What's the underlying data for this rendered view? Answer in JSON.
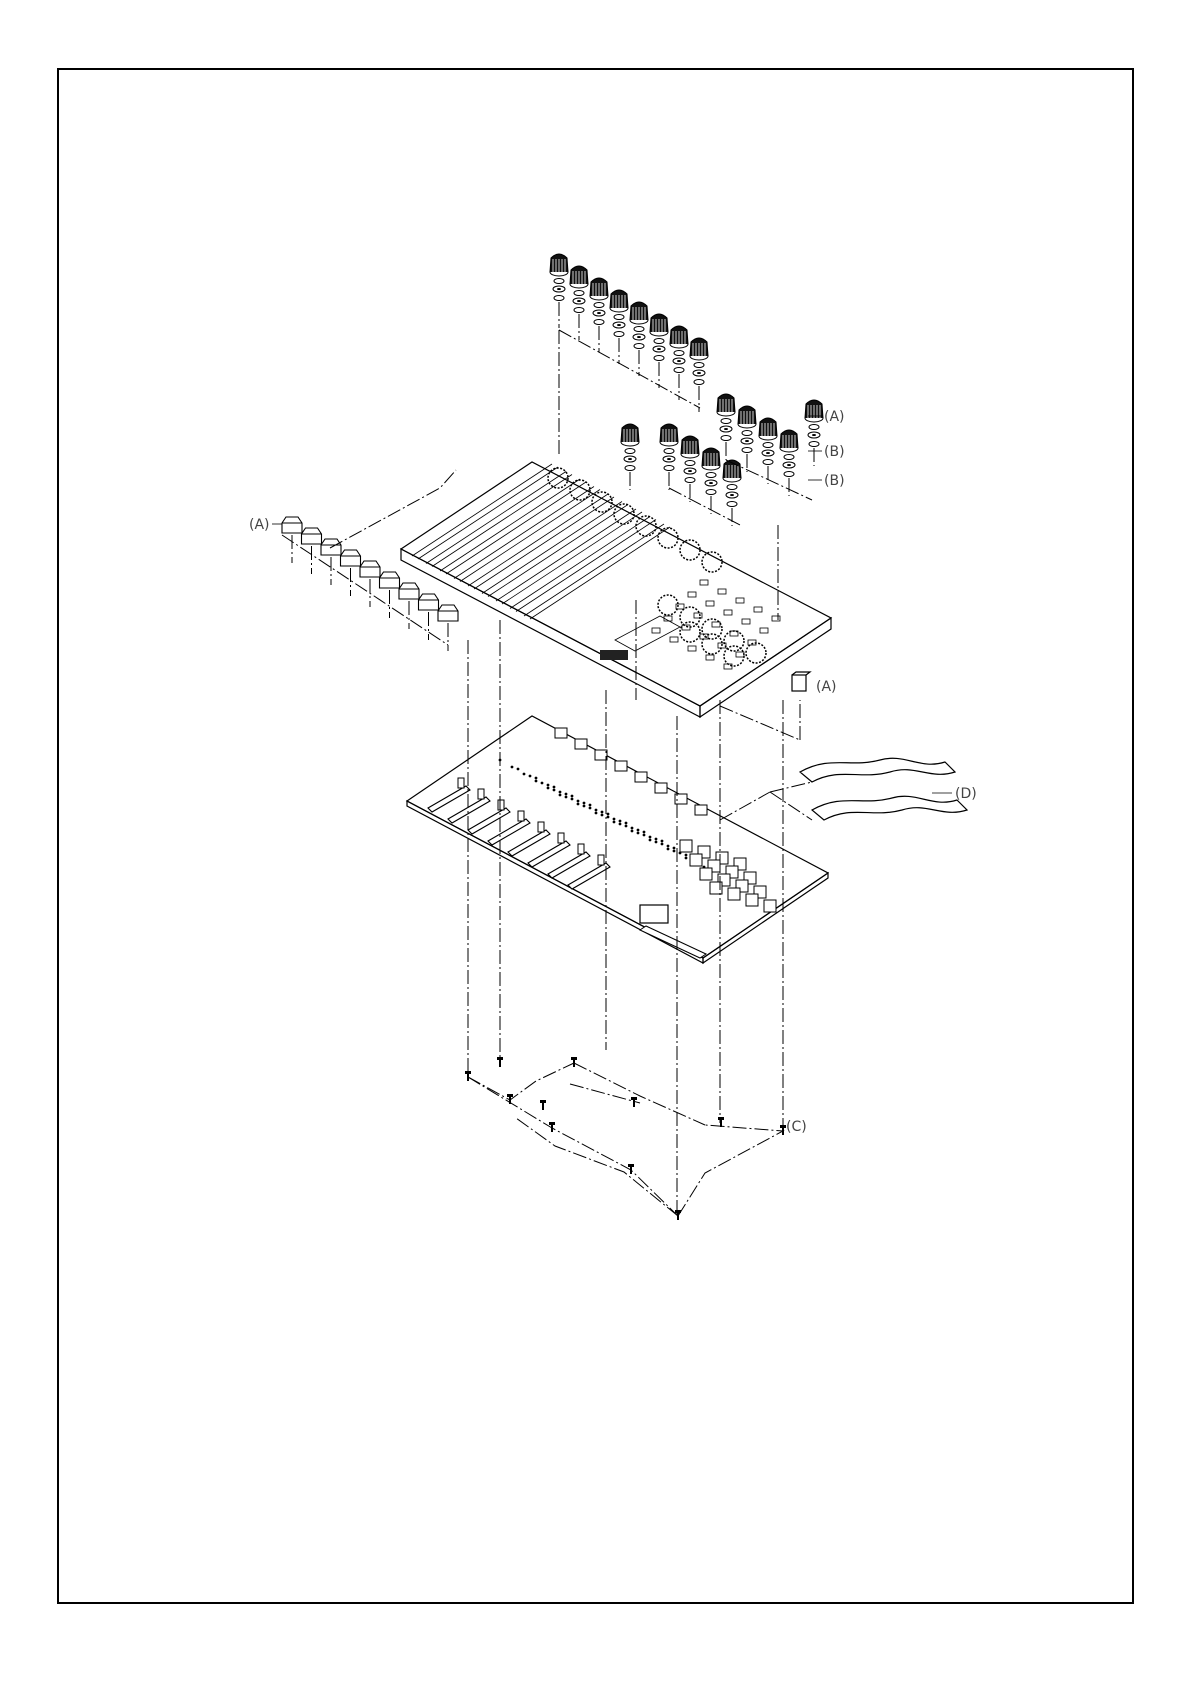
{
  "diagram": {
    "callouts": {
      "knob_a": "(A)",
      "washer_b1": "(B)",
      "washer_b2": "(B)",
      "fader_cap_a": "(A)",
      "side_cap_a": "(A)",
      "ribbon_d": "(D)",
      "screw_c": "(C)"
    },
    "parts": [
      "knob-row-upper",
      "knob-row-lower",
      "fader-caps",
      "top-panel",
      "main-pcb",
      "ribbon-cables",
      "screws"
    ]
  }
}
